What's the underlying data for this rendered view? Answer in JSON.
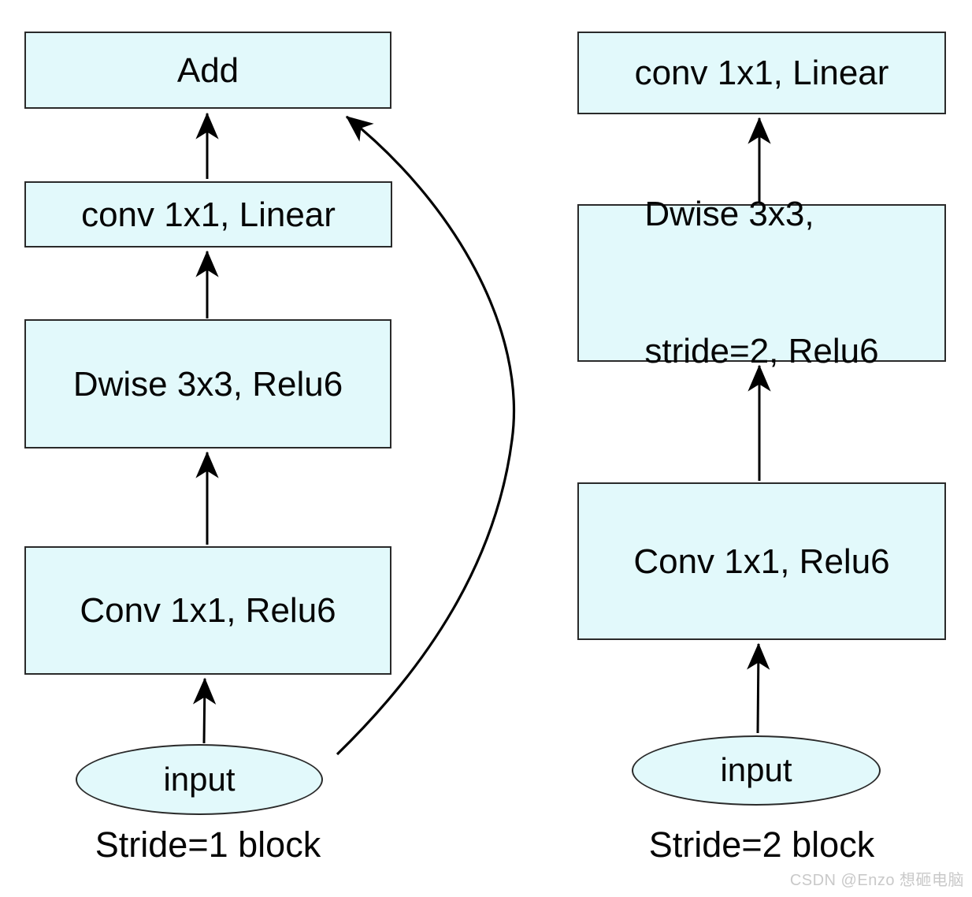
{
  "left": {
    "add": "Add",
    "conv_linear": "conv 1x1, Linear",
    "dwise": "Dwise 3x3, Relu6",
    "conv_relu": "Conv 1x1, Relu6",
    "input": "input",
    "caption": "Stride=1 block"
  },
  "right": {
    "conv_linear": "conv 1x1, Linear",
    "dwise_line1": "Dwise 3x3,",
    "dwise_line2": "stride=2, Relu6",
    "conv_relu": "Conv 1x1, Relu6",
    "input": "input",
    "caption": "Stride=2 block"
  },
  "watermark": "CSDN @Enzo 想砸电脑",
  "colors": {
    "node_fill": "#e2f9fb",
    "node_border": "#2a2a2a",
    "edge": "#000000",
    "text": "#050505",
    "watermark": "#c9c9c9"
  }
}
